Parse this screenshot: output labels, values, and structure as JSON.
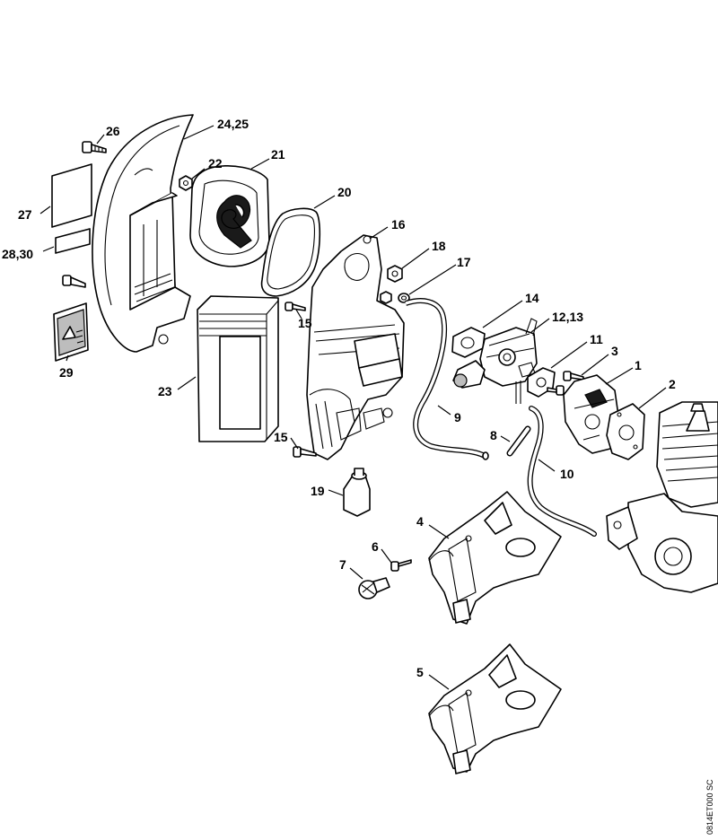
{
  "drawing_code": "0814ET000 SC",
  "callouts": [
    {
      "id": "c26",
      "text": "26"
    },
    {
      "id": "c24",
      "text": "24,25"
    },
    {
      "id": "c22",
      "text": "22"
    },
    {
      "id": "c21",
      "text": "21"
    },
    {
      "id": "c20",
      "text": "20"
    },
    {
      "id": "c27",
      "text": "27"
    },
    {
      "id": "c28",
      "text": "28,30"
    },
    {
      "id": "c16",
      "text": "16"
    },
    {
      "id": "c18",
      "text": "18"
    },
    {
      "id": "c17",
      "text": "17"
    },
    {
      "id": "c15a",
      "text": "15"
    },
    {
      "id": "c14",
      "text": "14"
    },
    {
      "id": "c12",
      "text": "12,13"
    },
    {
      "id": "c29",
      "text": "29"
    },
    {
      "id": "c11",
      "text": "11"
    },
    {
      "id": "c3",
      "text": "3"
    },
    {
      "id": "c1",
      "text": "1"
    },
    {
      "id": "c23",
      "text": "23"
    },
    {
      "id": "c2",
      "text": "2"
    },
    {
      "id": "c9",
      "text": "9"
    },
    {
      "id": "c8",
      "text": "8"
    },
    {
      "id": "c15b",
      "text": "15"
    },
    {
      "id": "c10",
      "text": "10"
    },
    {
      "id": "c19",
      "text": "19"
    },
    {
      "id": "c4",
      "text": "4"
    },
    {
      "id": "c6",
      "text": "6"
    },
    {
      "id": "c7",
      "text": "7"
    },
    {
      "id": "c5",
      "text": "5"
    }
  ]
}
